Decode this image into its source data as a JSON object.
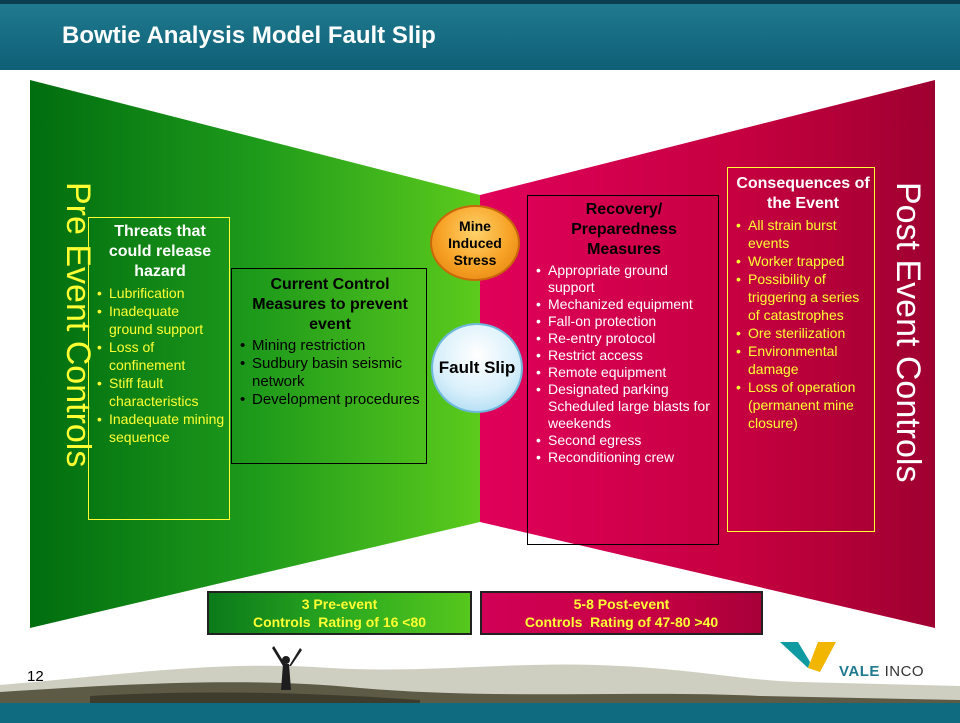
{
  "title": "Bowtie Analysis Model Fault Slip",
  "side_labels": {
    "left": "Pre Event Controls",
    "right": "Post Event Controls"
  },
  "threats": {
    "heading": "Threats that could release hazard",
    "items": [
      "Lubrification",
      "Inadequate ground support",
      "Loss of confinement",
      "Stiff fault characteristics",
      "Inadequate mining sequence"
    ]
  },
  "controls": {
    "heading": "Current Control Measures to prevent event",
    "items": [
      "Mining restriction",
      "Sudbury basin seismic network",
      "Development procedures"
    ]
  },
  "center": {
    "hazard": "Mine Induced Stress",
    "event": "Fault Slip"
  },
  "recovery": {
    "heading": "Recovery/ Preparedness Measures",
    "items": [
      "Appropriate ground support",
      "Mechanized equipment",
      "Fall-on protection",
      "Re-entry protocol",
      "Restrict access",
      "Remote equipment",
      "Designated parking Scheduled large blasts for weekends",
      "Second egress",
      "Reconditioning crew"
    ]
  },
  "consequences": {
    "heading": "Consequences of the Event",
    "items": [
      "All strain burst events",
      "Worker trapped",
      "Possibility of triggering a series of catastrophes",
      "Ore sterilization",
      "Environmental damage",
      "Loss of operation (permanent mine closure)"
    ]
  },
  "ratings": {
    "pre_line1": "3 Pre-event",
    "pre_line2": "Controls  Rating of 16 <80",
    "post_line1": "5-8 Post-event",
    "post_line2": "Controls  Rating of 47-80 >40"
  },
  "footer": {
    "slide_number": "12",
    "logo_main": "VALE",
    "logo_sub": " INCO"
  },
  "colors": {
    "green_dark": "#006d0f",
    "green_light": "#5ccb1c",
    "red_light": "#e0005a",
    "red_dark": "#9e0030",
    "label_yellow": "#ffff33",
    "header_teal": "#1f7a8f"
  }
}
